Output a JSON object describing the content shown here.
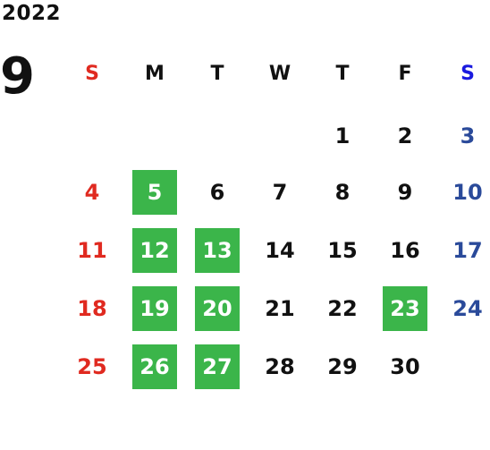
{
  "year": "2022",
  "month": "9",
  "weekdays": [
    "S",
    "M",
    "T",
    "W",
    "T",
    "F",
    "S"
  ],
  "weeks": [
    [
      "",
      "",
      "",
      "",
      "1",
      "2",
      "3"
    ],
    [
      "4",
      "5",
      "6",
      "7",
      "8",
      "9",
      "10"
    ],
    [
      "11",
      "12",
      "13",
      "14",
      "15",
      "16",
      "17"
    ],
    [
      "18",
      "19",
      "20",
      "21",
      "22",
      "23",
      "24"
    ],
    [
      "25",
      "26",
      "27",
      "28",
      "29",
      "30",
      ""
    ]
  ],
  "highlighted_days": [
    "5",
    "12",
    "13",
    "19",
    "20",
    "23",
    "26",
    "27"
  ],
  "colors": {
    "sunday": "#e02a20",
    "saturday_header": "#1a1adf",
    "saturday": "#2a4a9a",
    "highlight": "#3bb54a",
    "default": "#111111"
  }
}
